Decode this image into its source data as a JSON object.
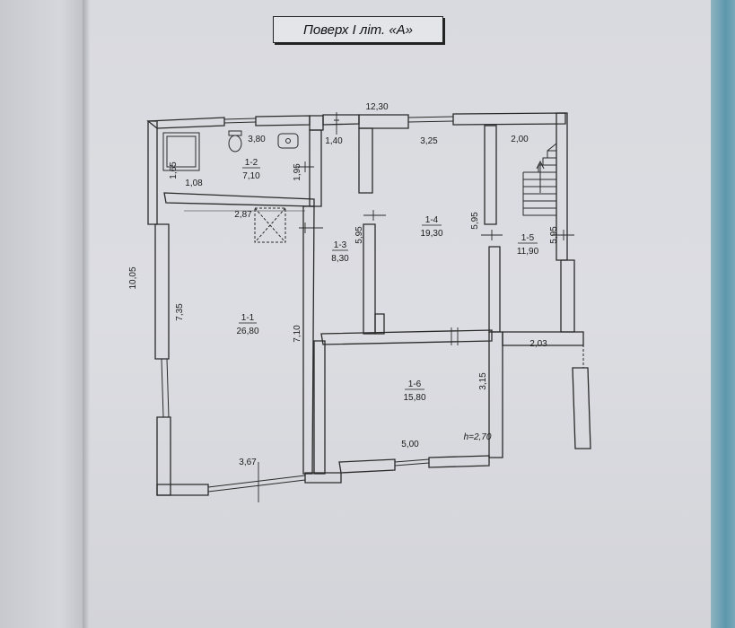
{
  "title": "Поверх I літ. «А»",
  "rooms": [
    {
      "id": "1-1",
      "area": "26,80",
      "name_slot": "room-1-1"
    },
    {
      "id": "1-2",
      "area": "7,10",
      "name_slot": "room-1-2"
    },
    {
      "id": "1-3",
      "area": "8,30",
      "name_slot": "room-1-3"
    },
    {
      "id": "1-4",
      "area": "19,30",
      "name_slot": "room-1-4"
    },
    {
      "id": "1-5",
      "area": "11,90",
      "name_slot": "room-1-5"
    },
    {
      "id": "1-6",
      "area": "15,80",
      "name_slot": "room-1-6"
    }
  ],
  "dimensions": {
    "overall_width": "12,30",
    "overall_depth": "10,05",
    "d_3_80": "3,80",
    "d_1_40": "1,40",
    "d_3_25": "3,25",
    "d_2_00": "2,00",
    "d_1_65": "1,65",
    "d_1_08": "1,08",
    "d_1_95": "1,95",
    "d_2_87": "2,87",
    "d_5_95_a": "5,95",
    "d_5_95_b": "5,95",
    "d_5_95_c": "5,95",
    "d_7_35": "7,35",
    "d_7_10": "7,10",
    "d_2_03": "2,03",
    "d_3_15": "3,15",
    "d_5_00": "5,00",
    "d_3_67": "3,67",
    "ceiling_height": "h=2,70"
  }
}
